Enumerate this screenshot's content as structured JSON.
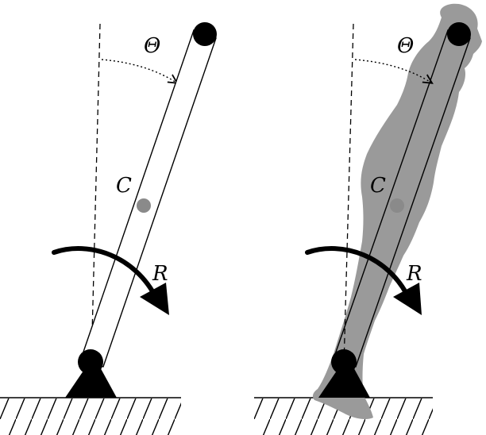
{
  "labels": {
    "left": {
      "theta": "Θ",
      "c": "C",
      "r": "R"
    },
    "right": {
      "theta": "Θ",
      "c": "C",
      "r": "R"
    }
  },
  "colors": {
    "ink": "#000000",
    "center_of_mass": "#8a8a8a",
    "body_silhouette": "#9a9a9a",
    "background": "#ffffff"
  }
}
